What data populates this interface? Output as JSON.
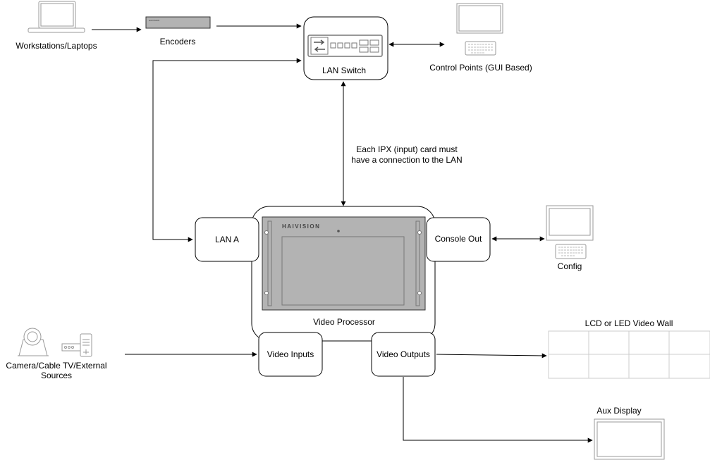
{
  "nodes": {
    "workstations": "Workstations/Laptops",
    "encoders": "Encoders",
    "encoder_brand": "HAIVISION",
    "lan_switch": "LAN Switch",
    "control_points": "Control Points (GUI Based)",
    "note_line1": "Each IPX (input) card must",
    "note_line2": "have a connection to the LAN",
    "lan_a": "LAN A",
    "console_out": "Console Out",
    "config": "Config",
    "video_processor": "Video Processor",
    "processor_brand": "HAIVISION",
    "video_inputs": "Video Inputs",
    "video_outputs": "Video Outputs",
    "sources_line1": "Camera/Cable TV/External",
    "sources_line2": "Sources",
    "video_wall": "LCD or LED Video Wall",
    "aux_display": "Aux Display"
  },
  "colors": {
    "device_gray": "#b3b3b3",
    "icon_gray": "#999999"
  }
}
